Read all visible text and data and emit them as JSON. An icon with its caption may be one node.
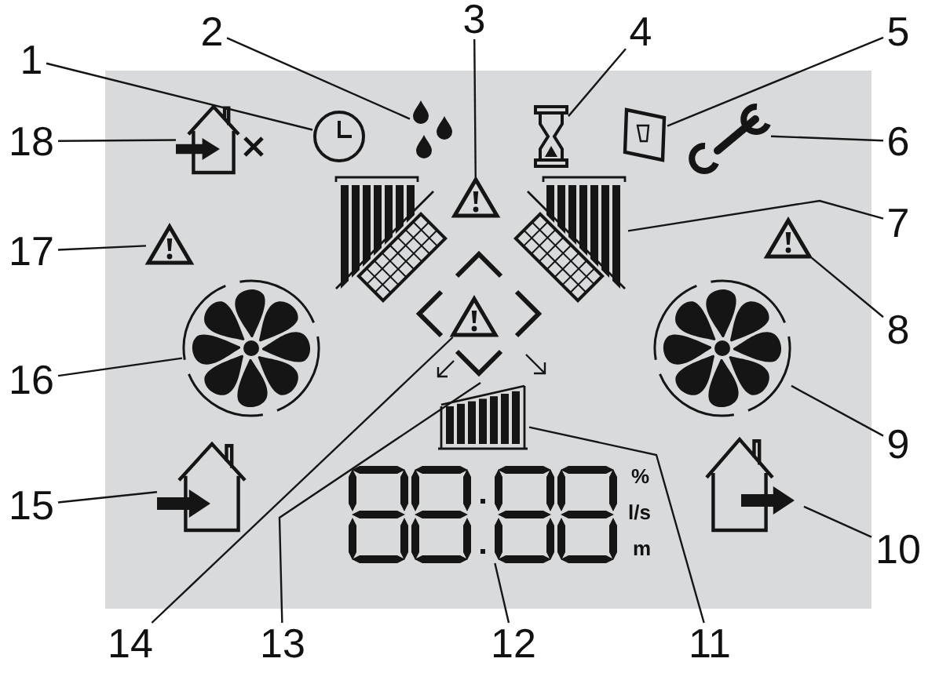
{
  "diagram": {
    "nodes": [
      {
        "text": [
          "1"
        ]
      },
      {
        "text": [
          "2"
        ]
      },
      {
        "text": [
          "3"
        ]
      },
      {
        "text": [
          "4"
        ]
      },
      {
        "text": [
          "5"
        ]
      },
      {
        "text": [
          "6"
        ]
      },
      {
        "text": [
          "7"
        ]
      },
      {
        "text": [
          "8"
        ]
      },
      {
        "text": [
          "9"
        ]
      },
      {
        "text": [
          "10"
        ]
      },
      {
        "text": [
          "11"
        ]
      },
      {
        "text": [
          "12"
        ]
      },
      {
        "text": [
          "13"
        ]
      },
      {
        "text": [
          "14"
        ]
      },
      {
        "text": [
          "15"
        ]
      },
      {
        "text": [
          "16"
        ]
      },
      {
        "text": [
          "17"
        ]
      },
      {
        "text": [
          "18"
        ]
      },
      {
        "text": [],
        "shape": "picture"
      },
      {
        "text": [],
        "shape": "picture"
      },
      {
        "text": [],
        "shape": "picture"
      },
      {
        "text": [],
        "shape": "picture"
      },
      {
        "text": [],
        "shape": "picture"
      },
      {
        "text": [],
        "shape": "picture"
      },
      {
        "text": [],
        "shape": "picture"
      },
      {
        "text": [],
        "shape": "picture"
      },
      {
        "text": [],
        "shape": "picture"
      },
      {
        "text": [],
        "shape": "picture"
      },
      {
        "text": [],
        "shape": "picture"
      },
      {
        "text": [],
        "shape": "picture"
      },
      {
        "text": [],
        "shape": "picture"
      },
      {
        "text": [],
        "shape": "picture",
        "in": 30
      },
      {
        "text": [],
        "shape": "picture"
      },
      {
        "text": [],
        "shape": "picture"
      },
      {
        "text": [],
        "shape": "picture"
      },
      {
        "text": [],
        "shape": "picture"
      }
    ],
    "edges": [
      {
        "from": 0,
        "to": 18,
        "arrow": "none"
      },
      {
        "from": 1,
        "to": 19,
        "arrow": "none"
      },
      {
        "from": 2,
        "to": 20,
        "arrow": "none"
      },
      {
        "from": 3,
        "to": 21,
        "arrow": "none"
      },
      {
        "from": 4,
        "to": 22,
        "arrow": "none"
      },
      {
        "from": 5,
        "to": 23,
        "arrow": "none"
      },
      {
        "from": 6,
        "to": 24,
        "arrow": "none"
      },
      {
        "from": 7,
        "to": 25,
        "arrow": "none"
      },
      {
        "from": 8,
        "to": 26,
        "arrow": "none"
      },
      {
        "from": 9,
        "to": 27,
        "arrow": "none"
      },
      {
        "from": 10,
        "to": 28,
        "arrow": "none"
      },
      {
        "from": 11,
        "to": 29,
        "arrow": "none"
      },
      {
        "from": 12,
        "to": 30,
        "arrow": "none"
      },
      {
        "from": 13,
        "to": 31,
        "arrow": "none"
      },
      {
        "from": 14,
        "to": 32,
        "arrow": "none"
      },
      {
        "from": 15,
        "to": 33,
        "arrow": "none"
      },
      {
        "from": 16,
        "to": 34,
        "arrow": "none"
      },
      {
        "from": 17,
        "to": 35,
        "arrow": "none"
      }
    ],
    "labels": [
      "%",
      "l/s",
      "m"
    ]
  }
}
